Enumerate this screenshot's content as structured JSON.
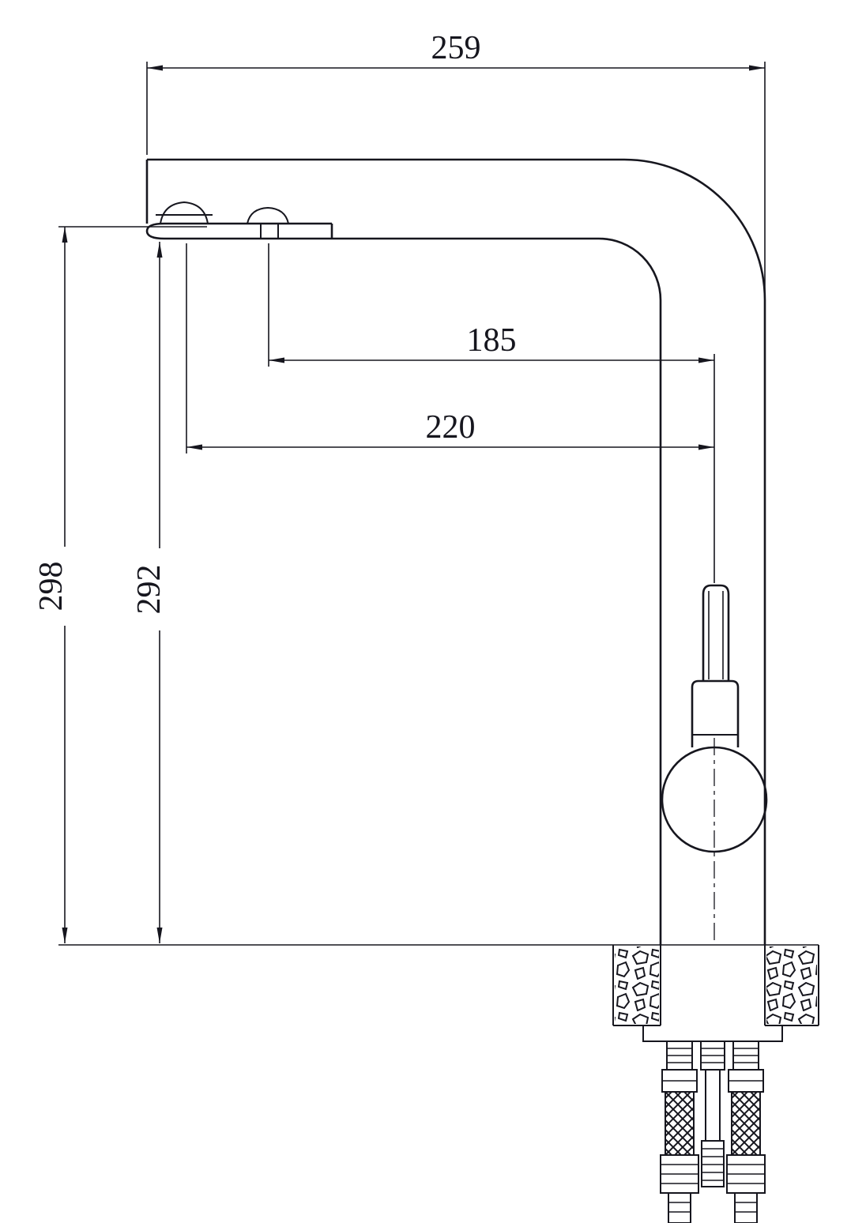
{
  "colors": {
    "ink": "#16161e"
  },
  "dimensions": {
    "overall_reach": "259",
    "outlet_to_body": "185",
    "tip_to_body": "220",
    "overall_height": "298",
    "spout_underside_height": "292"
  }
}
